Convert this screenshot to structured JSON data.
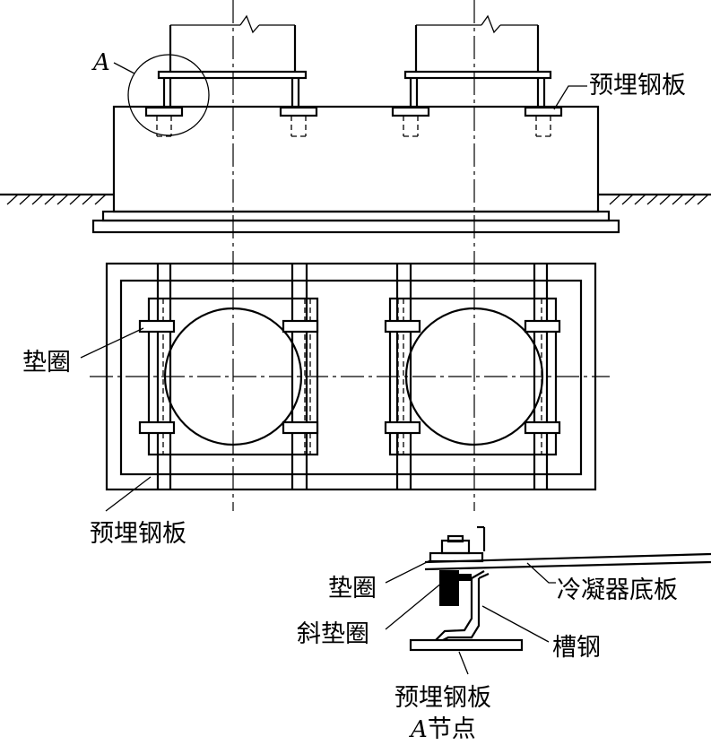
{
  "labels": {
    "node_ref": "A",
    "embedded_plate_top": "预埋钢板",
    "washer_left": "垫圈",
    "embedded_plate_plan": "预埋钢板",
    "washer_detail": "垫圈",
    "inclined_washer": "斜垫圈",
    "condenser_base": "冷凝器底板",
    "channel_steel": "槽钢",
    "embedded_plate_detail": "预埋钢板",
    "detail_title_letter": "A",
    "detail_title_text": "节点"
  }
}
